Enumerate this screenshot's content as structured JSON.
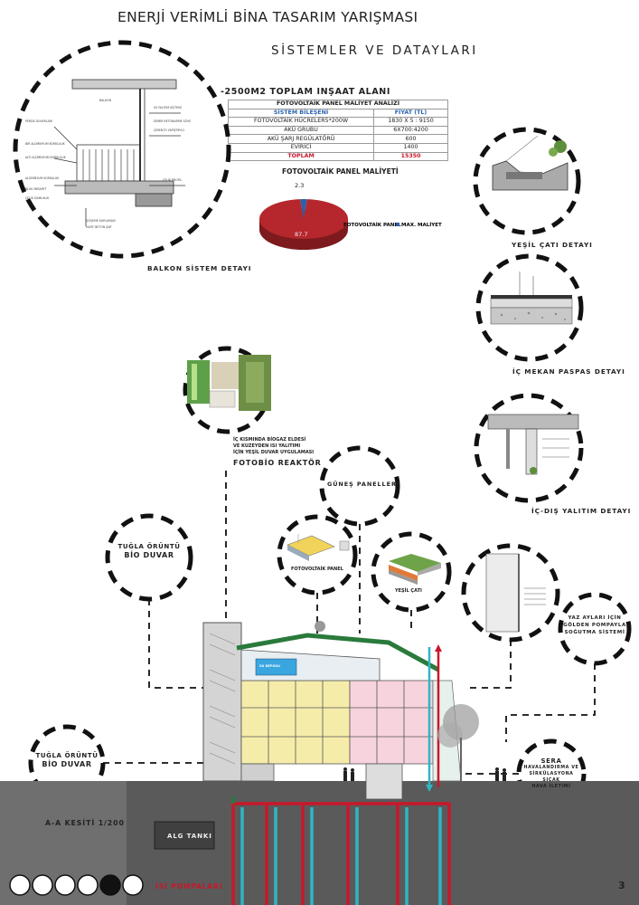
{
  "header": {
    "title": "ENERJİ VERİMLİ BİNA TASARIM YARIŞMASI",
    "subtitle": "SİSTEMLER VE DATAYLARI"
  },
  "area_note": "-2500M2 TOPLAM INŞAAT ALANI",
  "cost_table": {
    "title": "FOTOVOLTAİK PANEL MALİYET ANALİZİ",
    "columns": [
      "SİSTEM BİLEŞENİ",
      "FİYAT (TL)"
    ],
    "rows": [
      [
        "FOTOVOLTAİK HÜCRELER5*200W",
        "1830 X 5 : 9150"
      ],
      [
        "AKÜ GRUBU",
        "6X700:4200"
      ],
      [
        "AKÜ ŞARJ REGÜLATÖRÜ",
        "600"
      ],
      [
        "EVİRİCİ",
        "1400"
      ]
    ],
    "total": [
      "TOPLAM",
      "15350"
    ]
  },
  "chart_data": {
    "type": "pie",
    "title": "FOTOVOLTAİK PANEL MALİYETİ",
    "slices": [
      {
        "name": "FOTOVOLTAİK PANEL",
        "value": 87.7,
        "color": "#b5272d"
      },
      {
        "name": "MAX. MALİYET",
        "value": 2.3,
        "color": "#2e5fa8"
      }
    ]
  },
  "details": {
    "balcony": "BALKON SİSTEM DETAYI",
    "green_roof": "YEŞİL ÇATI DETAYI",
    "interior_mat": "İÇ MEKAN PASPAS DETAYI",
    "insulation": "İÇ-DIŞ YALITIM DETAYI",
    "photobio_note_1": "İÇ KISMINDA BİOGAZ ELDESİ",
    "photobio_note_2": "VE KUZEYDEN ISI YALITIMI",
    "photobio_note_3": "İÇİN YEŞİL DUVAR UYGULAMASI",
    "photobio_reactor": "FOTOBİO REAKTÖR",
    "solar_panels": "GÜNEŞ PANELLERİ",
    "pv_panel": "FOTOVOLTAİK PANEL",
    "green_roof_short": "YEŞİL ÇATI",
    "brick_bio_wall_top": "TUĞLA ÖRÜNTÜ",
    "brick_bio_wall_bottom": "BİO DUVAR",
    "brick_bio_wall2_top": "TUĞLA ÖRÜNTÜ",
    "brick_bio_wall2_bottom": "BİO DUVAR",
    "summer_1": "YAZ AYLARI İÇİN",
    "summer_2": "GÖLDEN POMPAYLA",
    "summer_3": "SOĞUTMA SİSTEMİ",
    "greenhouse_1": "SERA",
    "greenhouse_2": "HAVALANDIRMA VE",
    "greenhouse_3": "SİRKÜLASYONA SICAK",
    "greenhouse_4": "HAVA İLETİMİ",
    "section": "A-A KESİTİ 1/200",
    "alg_tank": "ALG TANKI",
    "heat_pumps": "ISI POMPALARI",
    "water_tank": "SU DEPOSU"
  },
  "pagination": {
    "page_number": "3",
    "total_dots": 6,
    "active_index": 4
  },
  "colors": {
    "accent_red": "#c8182b",
    "accent_blue": "#2a63b0",
    "pie_red": "#b5272d",
    "pie_blue": "#2e5fa8",
    "ground": "#6e6e6e",
    "roof_green": "#2a7a3c"
  }
}
